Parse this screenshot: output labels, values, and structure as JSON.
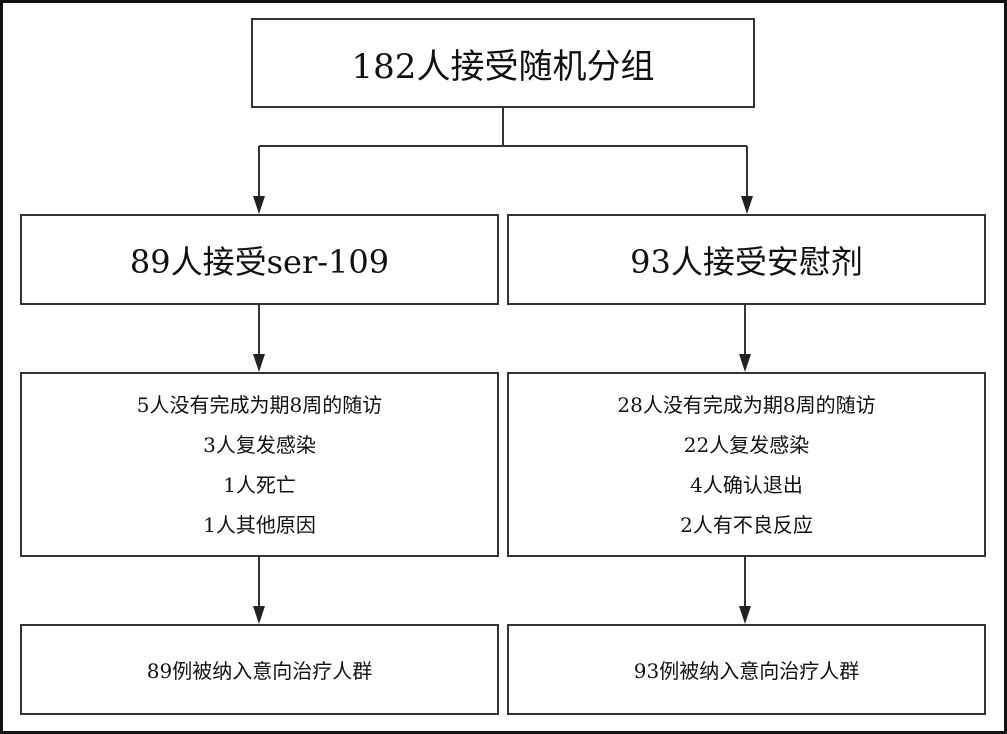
{
  "diagram": {
    "type": "flowchart",
    "root": {
      "label": "182人接受随机分组"
    },
    "arms": [
      {
        "label": "89人接受ser-109",
        "dropouts": [
          "5人没有完成为期8周的随访",
          "3人复发感染",
          "1人死亡",
          "1人其他原因"
        ],
        "itt": "89例被纳入意向治疗人群"
      },
      {
        "label": "93人接受安慰剂",
        "dropouts": [
          "28人没有完成为期8周的随访",
          "22人复发感染",
          "4人确认退出",
          "2人有不良反应"
        ],
        "itt": "93例被纳入意向治疗人群"
      }
    ],
    "colors": {
      "line": "#333333",
      "border": "#111111",
      "background": "#ffffff"
    }
  }
}
